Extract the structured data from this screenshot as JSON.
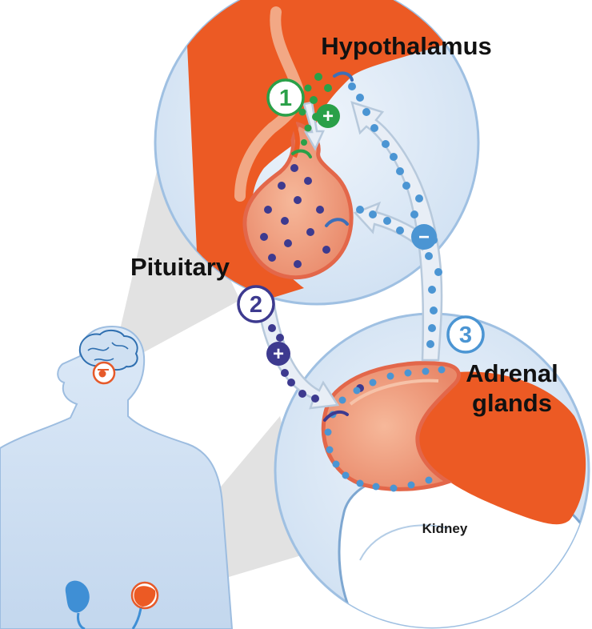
{
  "labels": {
    "hypothalamus": "Hypothalamus",
    "pituitary": "Pituitary",
    "adrenal_line1": "Adrenal",
    "adrenal_line2": "glands",
    "kidney": "Kidney"
  },
  "steps": [
    {
      "number": "1",
      "color": "#2aa048",
      "sign": "+",
      "sign_color": "#2aa048"
    },
    {
      "number": "2",
      "color": "#3d3a8f",
      "sign": "+",
      "sign_color": "#3d3a8f"
    },
    {
      "number": "3",
      "color": "#4b95d3",
      "sign": "−",
      "sign_color": "#4b95d3"
    }
  ],
  "colors": {
    "zoom_circle": "#dbe8f6",
    "zoom_circle_stroke": "#8fb3d9",
    "tissue_orange": "#ec5a24",
    "gland_peach": "#f2a27e",
    "gland_outline": "#e3674a",
    "body_fill": "#c9dcf1",
    "body_stroke": "#93b6db",
    "arrow_fill": "#e7eef6",
    "arrow_stroke": "#b9cce0",
    "hormone_green": "#2aa048",
    "hormone_purple": "#3d3a8f",
    "hormone_blue": "#4b95d3"
  }
}
